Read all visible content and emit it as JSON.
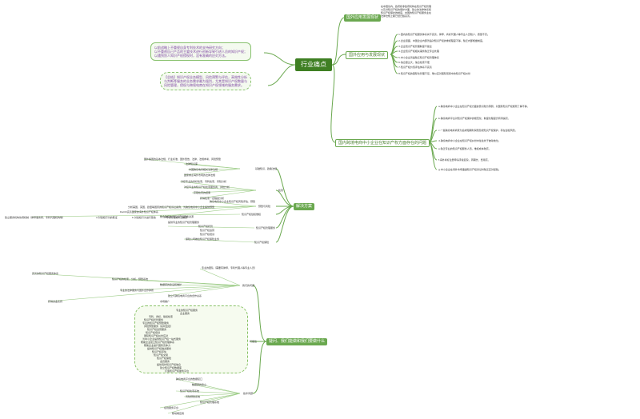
{
  "root": {
    "label": "行业痛点"
  },
  "right": {
    "rules": {
      "label": "国外应用发展现状",
      "detail": [
        "在中国境内，政府和非政府机构在知识产权管理",
        "以及对知识产权的保护方面，建立的法律体系和",
        "知识产权保护的制度，中国的知识产权服务业在",
        "法律法规上都已经日臻完善。"
      ]
    },
    "protect": {
      "label": "国外应用与发展现状",
      "items": [
        "1.国内的知识产权服务体系尚不完善，律师、商标代理人等专业人员较少，质量不高。",
        "2.企业层面，中国企业内部普遍对知识产权的重视程度不够，缺乏内部规章制度。",
        "3.企业知识产权管理制度不健全",
        "4.企业知识产权相关事务缺乏专业处理",
        "5.中小企业普遍缺乏知识产权管理体系",
        "6.信息量过大，信息检索不便",
        "7.知识产权价值评估体系不完善",
        "8.知识产权的国际化管理不足，难以应对国际贸易中的知识产权纠纷"
      ]
    },
    "sme": {
      "label": "国内跨境电商中小企业在知识产权方面存在的问题",
      "items": [
        "a.跨境电商中小企业在知识产权方面的意识较为薄弱，对国际知识产权规则了解不够，",
        "b.跨境电商平台对知识产权保护的规范化、制度化程度仍有待提高，",
        "c.一些跨境电商商家为追求短期利润而忽视知识产权保护，存在侵权风险，",
        "d.跨境电商中小企业在知识产权纠纷中往往处于被动地位，",
        "e.缺乏专业的知识产权服务人员，维权成本较高，",
        "f.海外商标注册申请手续复杂，周期长，费用高，",
        "g.中小企业在海外市场遭遇知识产权诉讼时缺乏应对经验。"
      ]
    }
  },
  "left": {
    "note_top": {
      "lines": [
        "以前战略上不重视自身专利技术的支持研究方向；",
        "以不重视自己产品的主要技术进行创新导致引进人员的知识产权；",
        "以遇到别人知识产权侵权时，没有准确的应对方法。"
      ]
    },
    "note_mid": {
      "lines": [
        "【总结】知识产权业务模型、风险预警与评估，高效性分析",
        "与判断等服务的业务需求最为强烈，尤其是知识产权数量与",
        "风险管理，侵权与跨境电商在知识产权领域的服务需求。"
      ]
    }
  },
  "solution": {
    "label": "解决方案",
    "groups": [
      {
        "label": "基础知识、政策法规",
        "items": [
          "国外各国的基本法规、行业标准、国外警告、法律、法规参考、风险预警",
          "法律知识库",
          "中国跨境电商相关法律法规",
          "国家重点海外市场的法律法规"
        ]
      },
      {
        "label": "检索",
        "items": [
          "对接专业的商标检索、专利检索、风险分析",
          "对接专业的知识产权检索服务商、风险分析",
          "获取检索的结果",
          "获得检索一定程度分析"
        ]
      },
      {
        "label": "预警与风险",
        "items": [
          "跨境电商中小企业知识产权风险评估、预警",
          "分析美国、英国、欧盟等国家的知识产权诉讼案例，为跨境电商中小企业提供预警",
          "DeOO完善国家的海外知识产权体系",
          "整合跨境电商知识产权服务资源"
        ]
      },
      {
        "label": "知识产权侵权维权",
        "items": [
          "建立服务机构协调机制（律师事务所、专利代理机构等）",
          "a.对侵权行为的取证",
          "b.对侵权行为进行警告",
          "c.申请行政或司法救济"
        ]
      },
      {
        "label": "知识产权管理服务",
        "items": [
          "提供专业的知识产权管理服务",
          "知识产权托管",
          "知识产权运营",
          "知识产权培训"
        ]
      },
      {
        "label": "知识产权保险",
        "items": [
          "保险公司推出知识产权保险业务"
        ]
      }
    ]
  },
  "company": {
    "label": "疑问、我们能做和我们要做什么",
    "groups": [
      {
        "label": "我们的问题",
        "items": [
          "专业的团队（需要有律师、专利代理人等专业人员）",
          "完善的知识产权服务体系",
          "知识产权的检索、分析、预警系统",
          "数据库的建设和维护",
          "专业的法律服务与国外合作律所",
          "建立与跨境电商平台的合作关系",
          "获得资金支持",
          "市场推广"
        ]
      },
      {
        "label": "可能性",
        "items": [
          "专业的知识产权服务",
          "企业服务",
          "专利、商标、版权检索",
          "知识产权托管服务",
          "专业的知识产权预警服务",
          "风险预警服务（实时监控）",
          "知识产权运营服务",
          "知识产权培训",
          "国际知识产权纠纷应对",
          "为中小企业提供知识产权一站式服务",
          "帮助企业建立知识产权管理体系",
          "帮助企业提升国际竞争力",
          "提供知识产权融资服务",
          "知识产权评估",
          "知识产权交易",
          "知识产权保险",
          "会员服务",
          "提供海外知识产权信息",
          "建立知识产权数据库",
          "打造知识产权服务平台"
        ]
      },
      {
        "label": "技术问题",
        "items": [
          "跨境电商平台的数据接口",
          "数据库的建立",
          "知识产权检索系统",
          "风险预警系统",
          "知识产权管理系统",
          "在线服务平台",
          "移动端应用"
        ]
      }
    ]
  }
}
